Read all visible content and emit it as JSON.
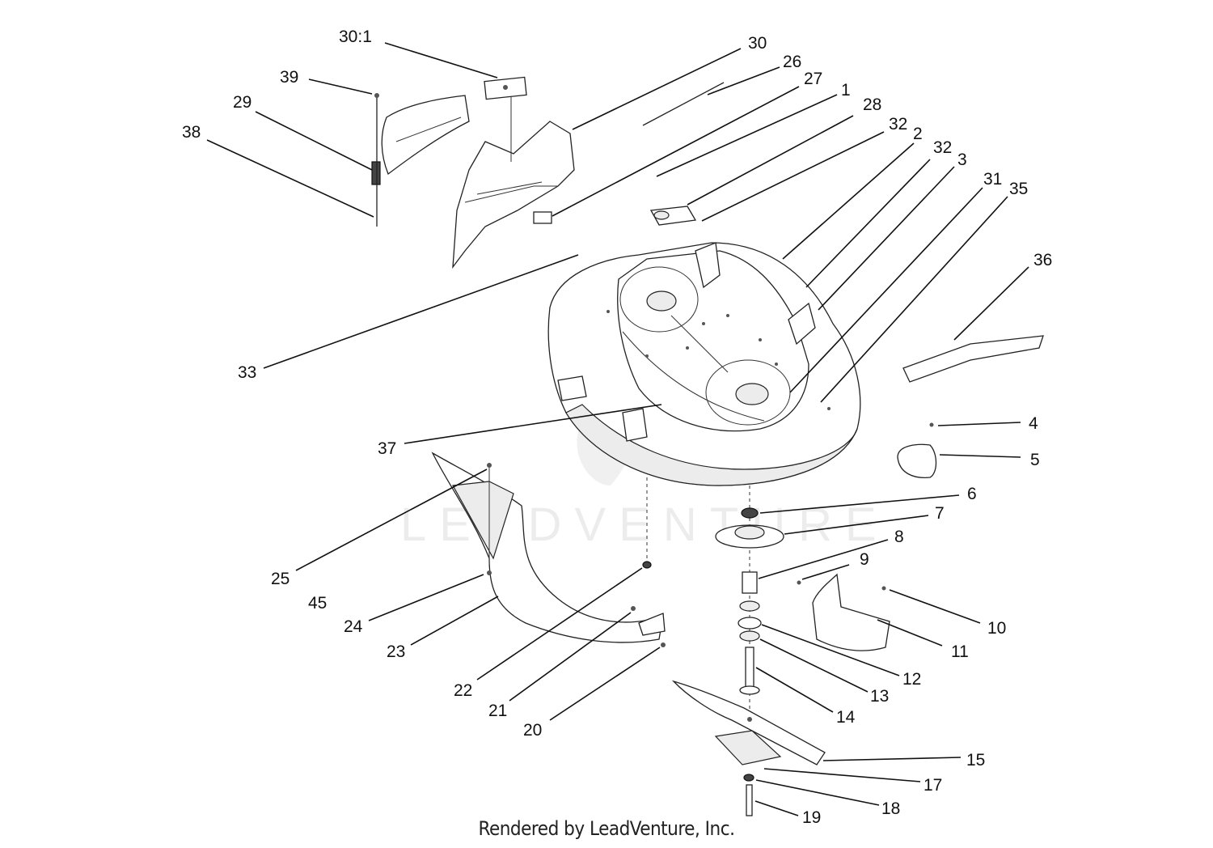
{
  "labels": [
    {
      "id": "30:1",
      "text": "30:1"
    },
    {
      "id": "39",
      "text": "39"
    },
    {
      "id": "29",
      "text": "29"
    },
    {
      "id": "38",
      "text": "38"
    },
    {
      "id": "30",
      "text": "30"
    },
    {
      "id": "26",
      "text": "26"
    },
    {
      "id": "27",
      "text": "27"
    },
    {
      "id": "1",
      "text": "1"
    },
    {
      "id": "28",
      "text": "28"
    },
    {
      "id": "32a",
      "text": "32"
    },
    {
      "id": "2",
      "text": "2"
    },
    {
      "id": "32b",
      "text": "32"
    },
    {
      "id": "3",
      "text": "3"
    },
    {
      "id": "31",
      "text": "31"
    },
    {
      "id": "35",
      "text": "35"
    },
    {
      "id": "36",
      "text": "36"
    },
    {
      "id": "33",
      "text": "33"
    },
    {
      "id": "4",
      "text": "4"
    },
    {
      "id": "5",
      "text": "5"
    },
    {
      "id": "37",
      "text": "37"
    },
    {
      "id": "6",
      "text": "6"
    },
    {
      "id": "7",
      "text": "7"
    },
    {
      "id": "8",
      "text": "8"
    },
    {
      "id": "9",
      "text": "9"
    },
    {
      "id": "10",
      "text": "10"
    },
    {
      "id": "11",
      "text": "11"
    },
    {
      "id": "12",
      "text": "12"
    },
    {
      "id": "13",
      "text": "13"
    },
    {
      "id": "14",
      "text": "14"
    },
    {
      "id": "15",
      "text": "15"
    },
    {
      "id": "17",
      "text": "17"
    },
    {
      "id": "18",
      "text": "18"
    },
    {
      "id": "19",
      "text": "19"
    },
    {
      "id": "25",
      "text": "25"
    },
    {
      "id": "45",
      "text": "45"
    },
    {
      "id": "24",
      "text": "24"
    },
    {
      "id": "23",
      "text": "23"
    },
    {
      "id": "22",
      "text": "22"
    },
    {
      "id": "21",
      "text": "21"
    },
    {
      "id": "20",
      "text": "20"
    }
  ],
  "watermark": {
    "text": "LEADVENTURE"
  },
  "credit": {
    "text": "Rendered by LeadVenture, Inc."
  }
}
